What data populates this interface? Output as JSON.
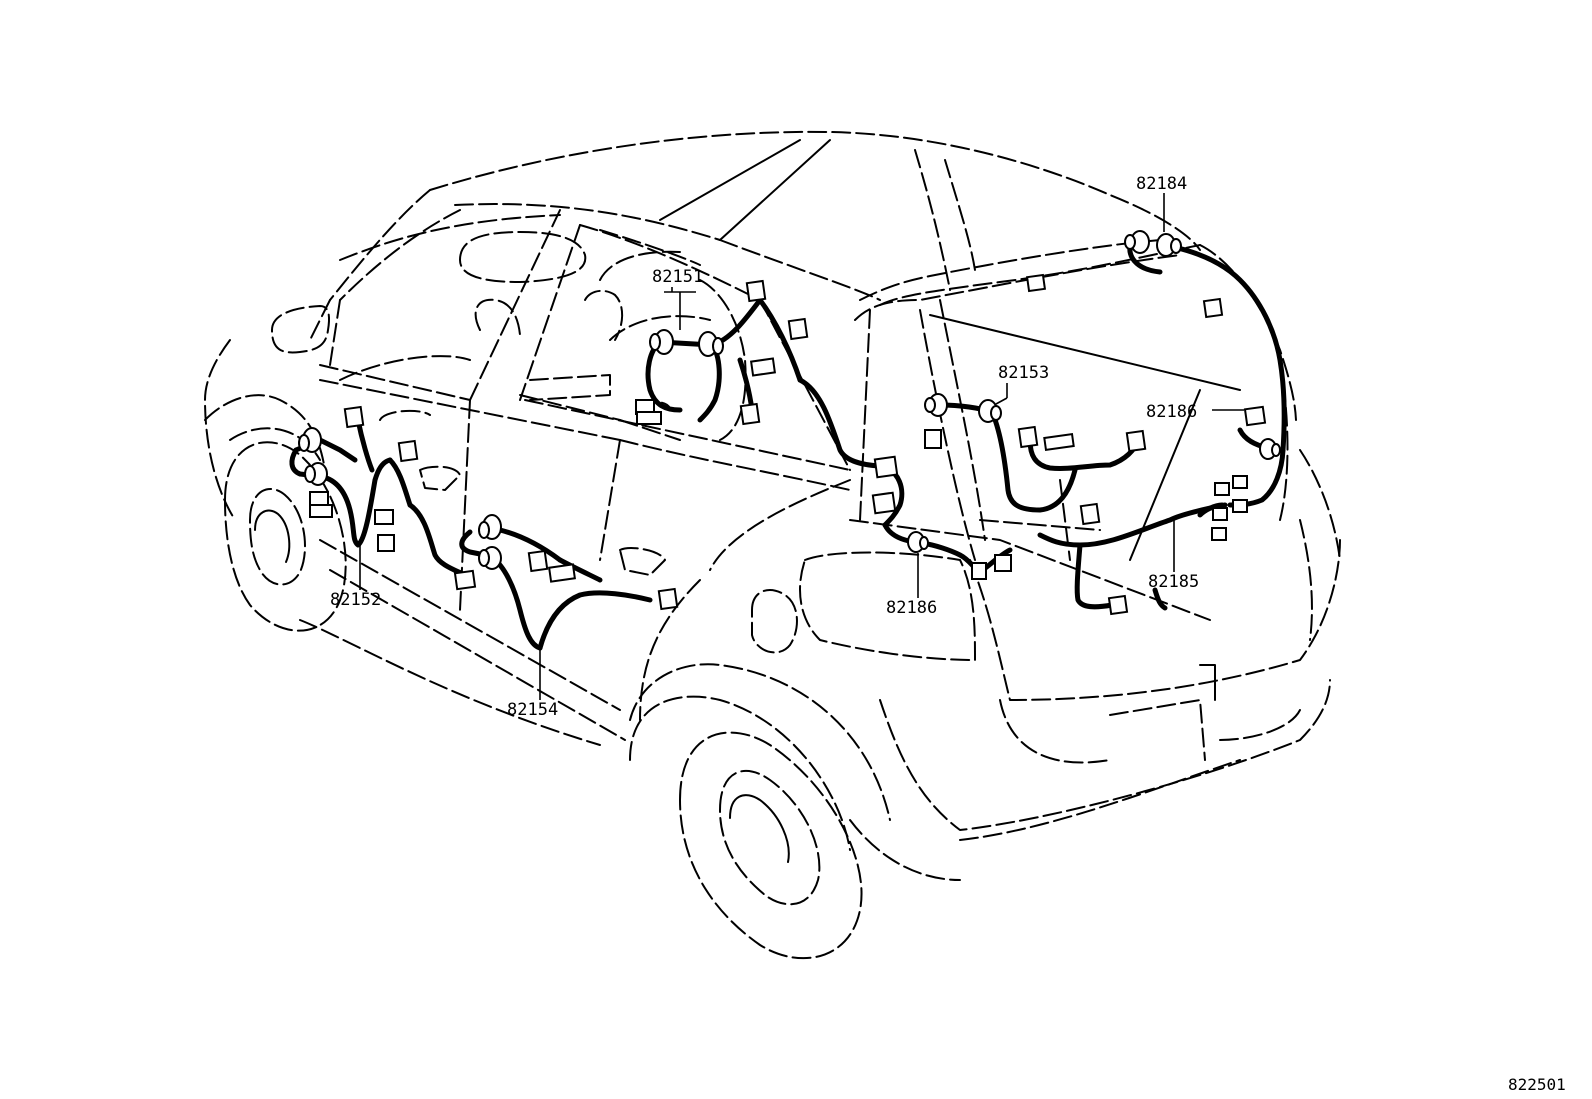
{
  "labels": {
    "p82184": "82184",
    "p82151": "82151",
    "p82153": "82153",
    "p82186_top": "82186",
    "p82152": "82152",
    "p82186_bottom": "82186",
    "p82185": "82185",
    "p82154": "82154"
  },
  "figure_ref": "822501"
}
